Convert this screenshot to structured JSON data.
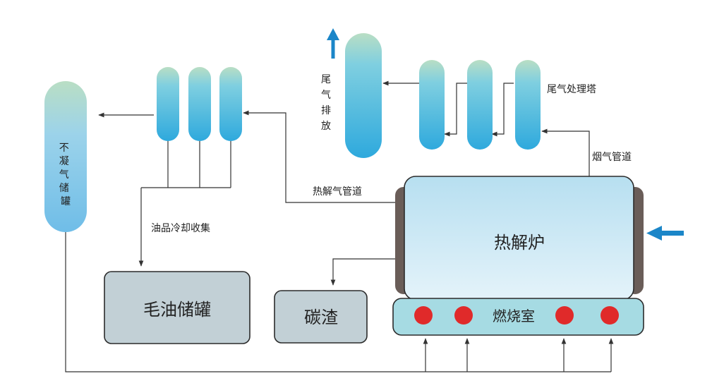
{
  "labels": {
    "tail_gas_exhaust": "尾气排放",
    "tail_gas_tower": "尾气处理塔",
    "flue_gas_pipe": "烟气管道",
    "noncondensable_tank": "不凝气储罐",
    "pyrolysis_gas_pipe": "热解气管道",
    "oil_cooling": "油品冷却收集",
    "crude_oil_tank": "毛油储罐",
    "carbon_residue": "碳渣",
    "pyrolysis_furnace": "热解炉",
    "combustion_chamber": "燃烧室"
  },
  "colors": {
    "tower_top": "#b9dec4",
    "tower_bottom": "#2ea9dd",
    "furnace_top": "#c8e6f2",
    "furnace_bottom": "#dceff8",
    "furnace_side": "#6a5d58",
    "chamber_fill": "#a6dbe3",
    "burner": "#e02a2a",
    "tank_fill": "#c2d0d6",
    "arrow_blue": "#1b86c8",
    "line": "#333333"
  }
}
